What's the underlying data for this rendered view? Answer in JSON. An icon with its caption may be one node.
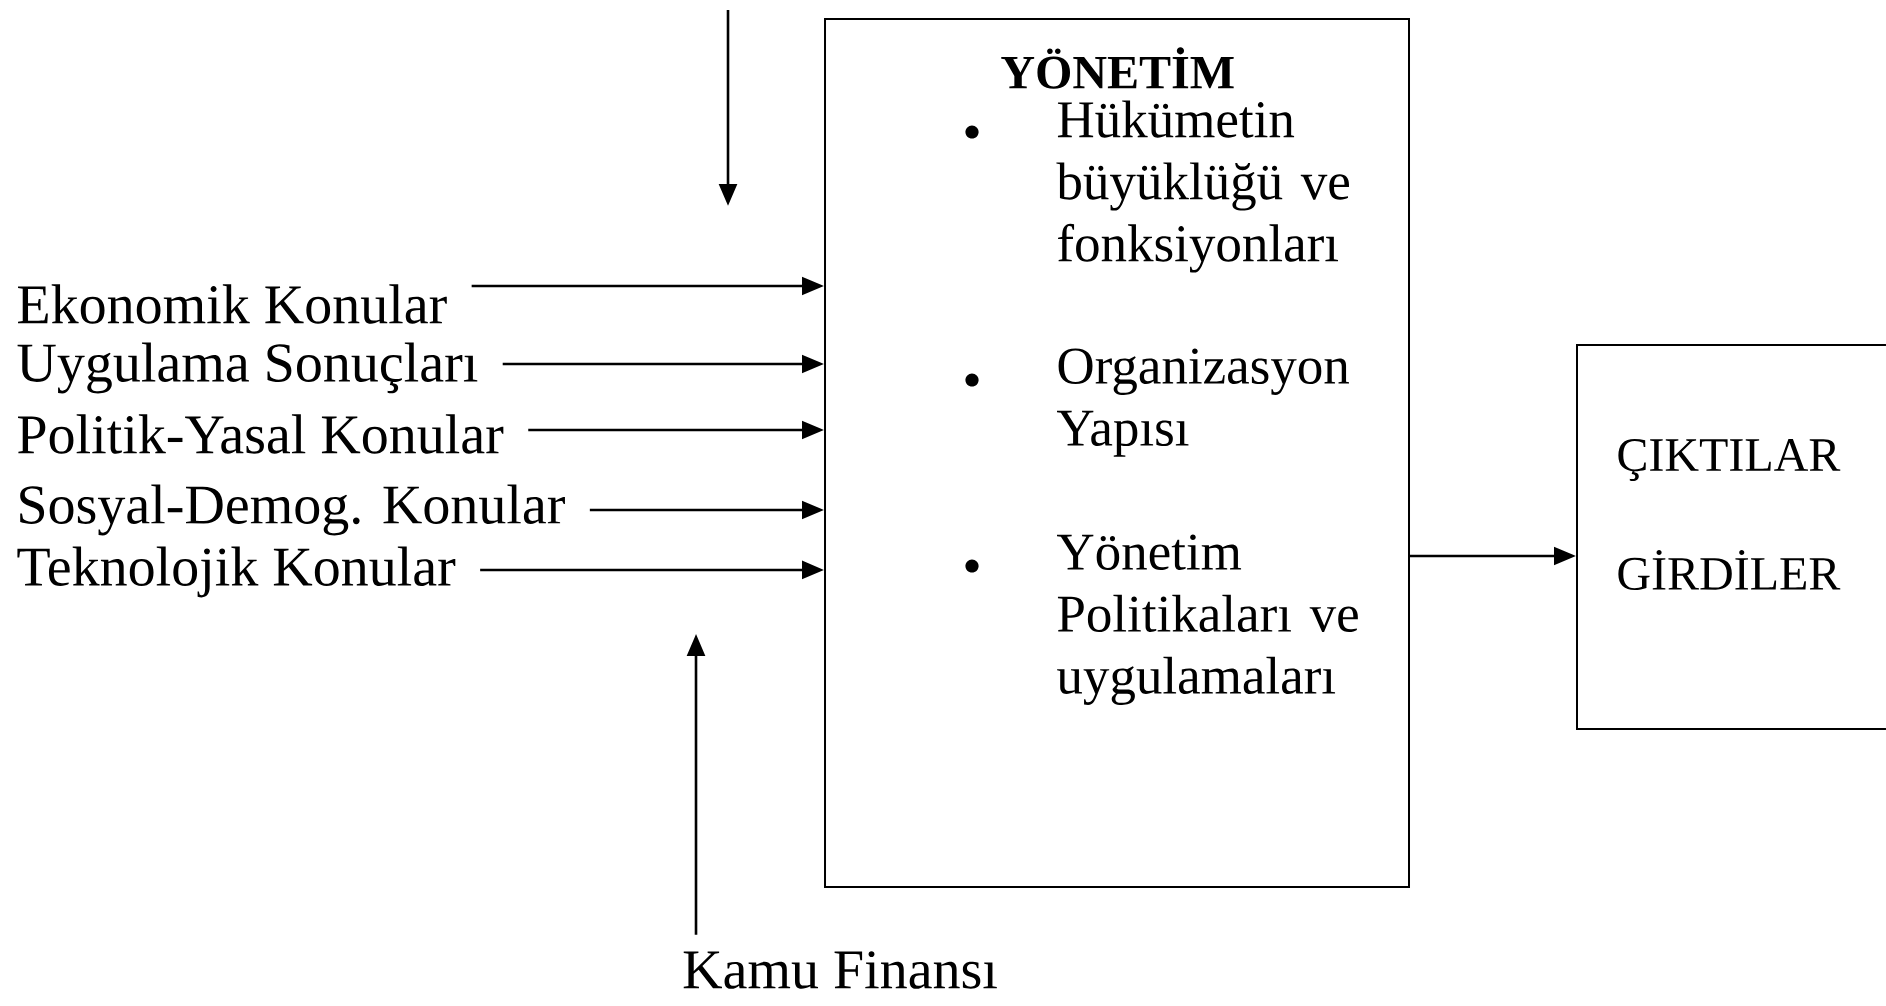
{
  "diagram": {
    "nodes": [
      {
        "text": [
          "YÖNETİM",
          "Hükümetin büyüklüğü ve fonksiyonları",
          "Organizasyon Yapısı",
          "Yönetim Politikaları ve uygulamaları"
        ]
      },
      {
        "text": [
          "ÇIKTILAR",
          "GİRDİLER"
        ]
      },
      {
        "text": [
          "Ekonomik Konular"
        ]
      },
      {
        "text": [
          "Uygulama Sonuçları"
        ]
      },
      {
        "text": [
          "Politik-Yasal Konular"
        ]
      },
      {
        "text": [
          "Sosyal-Demog. Konular"
        ]
      },
      {
        "text": [
          "Teknolojik Konular"
        ]
      },
      {
        "text": [
          "Kamu Finansı"
        ]
      }
    ],
    "edges": [
      {
        "from": 2,
        "to": 0,
        "arrow": "to"
      },
      {
        "from": 3,
        "to": 0,
        "arrow": "to"
      },
      {
        "from": 4,
        "to": 0,
        "arrow": "to"
      },
      {
        "from": 5,
        "to": 0,
        "arrow": "to"
      },
      {
        "from": 6,
        "to": 0,
        "arrow": "to"
      },
      {
        "from": 7,
        "to": null,
        "arrow": "to"
      },
      {
        "from": 0,
        "to": 1,
        "arrow": "to"
      }
    ]
  }
}
